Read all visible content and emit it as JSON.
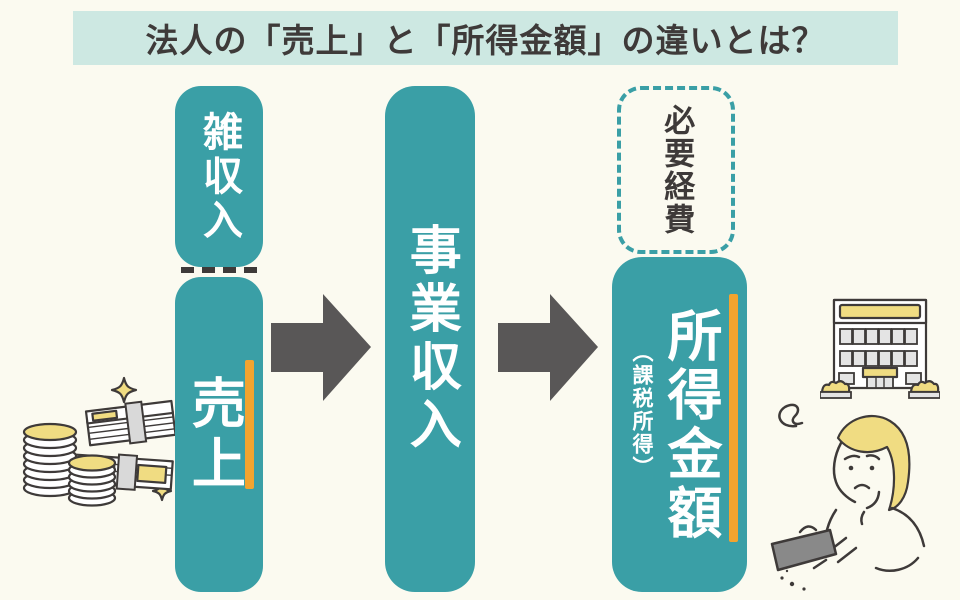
{
  "title": {
    "text": "法人の「売上」と「所得金額」の違いとは？"
  },
  "flow": {
    "sales_column": {
      "misc_income": "雑収入",
      "sales": "売上"
    },
    "business_column": {
      "label": "事業収入"
    },
    "income_column": {
      "expenses": "必要経費",
      "income": "所得金額",
      "income_note": "（課税所得）"
    }
  },
  "icons": {
    "money": "money-stacks-and-coins",
    "arrow": "right-arrow",
    "building": "office-building",
    "person": "worried-person-empty-wallet"
  },
  "colors": {
    "background": "#fbfaf0",
    "title_band": "#cde8e2",
    "teal": "#3a9fa6",
    "accent_orange": "#f2a42f",
    "arrow_gray": "#595757",
    "text_dark": "#3e3a39",
    "illustration_yellow": "#f0dc82",
    "wallet_gray": "#898989",
    "window_gray": "#e4e4e4"
  }
}
